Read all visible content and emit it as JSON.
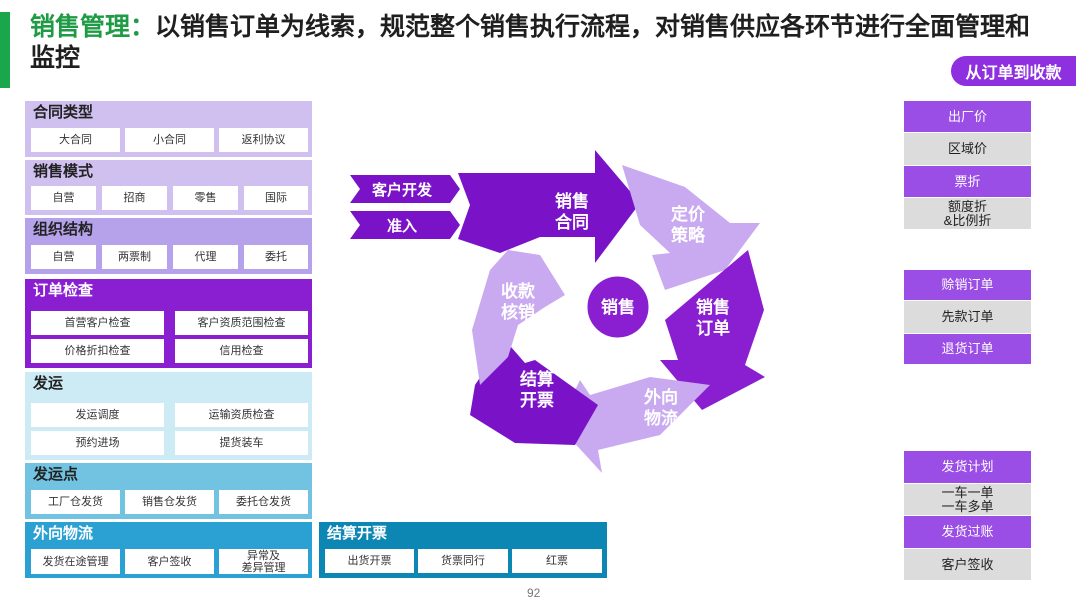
{
  "header": {
    "title_highlight": "销售管理：",
    "title_rest": "以销售订单为线索，规范整个销售执行流程，对销售供应各环节进行全面管理和监控",
    "badge": "从订单到收款"
  },
  "left_panels": [
    {
      "title": "合同类型",
      "items": [
        "大合同",
        "小合同",
        "返利协议"
      ]
    },
    {
      "title": "销售模式",
      "items": [
        "自营",
        "招商",
        "零售",
        "国际"
      ]
    },
    {
      "title": "组织结构",
      "items": [
        "自营",
        "两票制",
        "代理",
        "委托"
      ]
    },
    {
      "title": "订单检查",
      "items": [
        "首营客户检查",
        "客户资质范围检查",
        "价格折扣检查",
        "信用检查"
      ]
    },
    {
      "title": "发运",
      "items": [
        "发运调度",
        "运输资质检查",
        "预约进场",
        "提货装车"
      ]
    },
    {
      "title": "发运点",
      "items": [
        "工厂仓发货",
        "销售仓发货",
        "委托仓发货"
      ]
    },
    {
      "title": "外向物流",
      "items": [
        "发货在途管理",
        "客户签收",
        "异常及\n差异管理"
      ]
    },
    {
      "title": "结算开票",
      "items": [
        "出货开票",
        "货票同行",
        "红票"
      ]
    }
  ],
  "cycle": {
    "inputs": [
      "客户开发",
      "准入"
    ],
    "center": "销售",
    "segments": [
      "销售\n合同",
      "定价\n策略",
      "销售\n订单",
      "外向\n物流",
      "结算\n开票",
      "收款\n核销"
    ]
  },
  "right_groups": [
    {
      "items": [
        {
          "label": "出厂价",
          "style": "purple"
        },
        {
          "label": "区域价",
          "style": "gray"
        },
        {
          "label": "票折",
          "style": "purple"
        },
        {
          "label": "额度折\n&比例折",
          "style": "gray"
        }
      ]
    },
    {
      "items": [
        {
          "label": "赊销订单",
          "style": "purple"
        },
        {
          "label": "先款订单",
          "style": "gray"
        },
        {
          "label": "退货订单",
          "style": "purple"
        }
      ]
    },
    {
      "items": [
        {
          "label": "发货计划",
          "style": "purple"
        },
        {
          "label": "一车一单\n一车多单",
          "style": "gray"
        },
        {
          "label": "发货过账",
          "style": "purple"
        },
        {
          "label": "客户签收",
          "style": "gray"
        }
      ]
    }
  ],
  "page_number": "92",
  "colors": {
    "title_green": "#1f9b46",
    "purple_dark": "#7a12c8",
    "purple_mid": "#9a4ee6",
    "lavender": "#c9aaf0",
    "cyan": "#2aa0d3"
  }
}
